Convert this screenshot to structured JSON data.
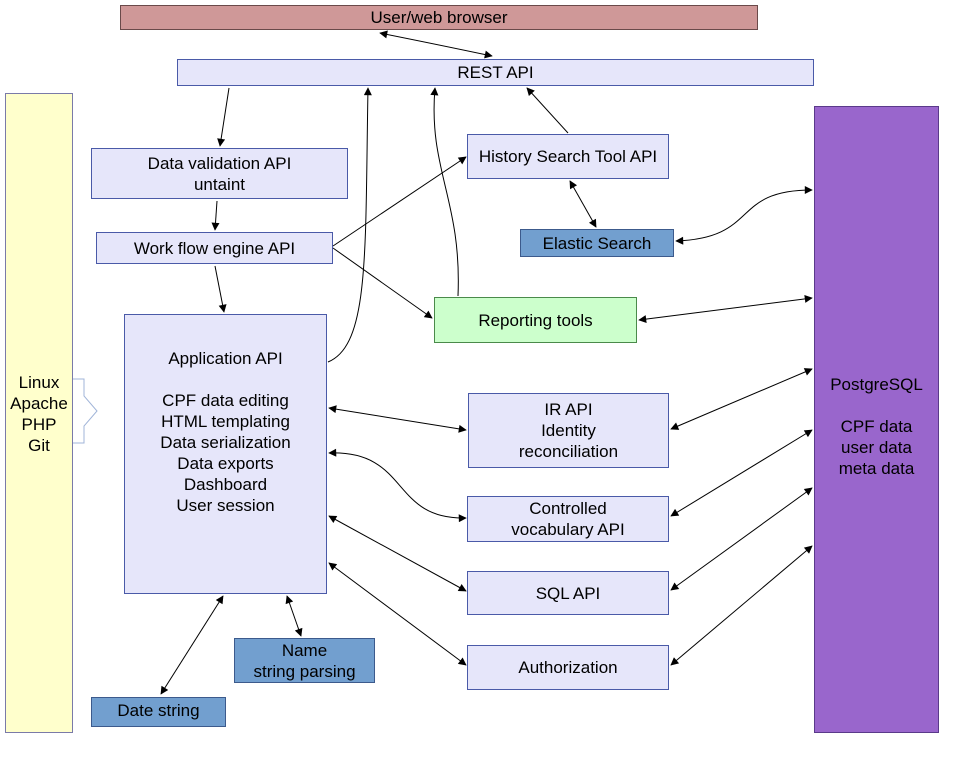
{
  "boxes": {
    "browser": "User/web browser",
    "rest_api": "REST API",
    "data_validation": [
      "Data validation API",
      "untaint"
    ],
    "workflow": "Work flow engine API",
    "application_api": {
      "title": "Application API",
      "items": [
        "CPF data editing",
        "HTML templating",
        "Data serialization",
        "Data exports",
        "Dashboard",
        "User session"
      ]
    },
    "history_search": "History Search Tool API",
    "elastic_search": "Elastic Search",
    "reporting_tools": "Reporting tools",
    "ir_api": [
      "IR API",
      "Identity",
      "reconciliation"
    ],
    "controlled_vocab": [
      "Controlled",
      "vocabulary API"
    ],
    "sql_api": "SQL API",
    "authorization": "Authorization",
    "name_parsing": [
      "Name",
      "string parsing"
    ],
    "date_string": "Date string",
    "stack": [
      "Linux",
      "Apache",
      "PHP",
      "Git"
    ],
    "postgres": {
      "title": "PostgreSQL",
      "items": [
        "CPF data",
        "user data",
        "meta data"
      ]
    }
  },
  "colors": {
    "lavender": "#e6e6fa",
    "steel_blue": "#729fcf",
    "light_green": "#ccffcc",
    "rose": "#cf9898",
    "light_yellow": "#ffffcc",
    "purple": "#9966cc"
  }
}
